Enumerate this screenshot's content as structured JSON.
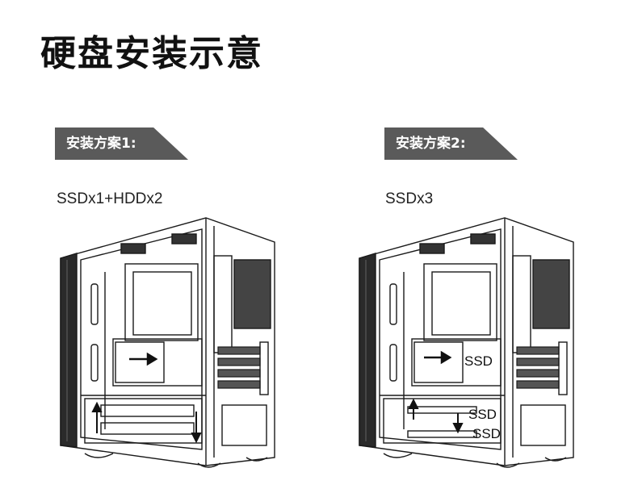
{
  "page": {
    "title": "硬盘安装示意"
  },
  "plans": [
    {
      "tag": "安装方案1:",
      "config": "SSDx1+HDDx2"
    },
    {
      "tag": "安装方案2:",
      "config": "SSDx3"
    }
  ],
  "ssd_labels": [
    "SSD",
    "SSD",
    "SSD"
  ],
  "colors": {
    "tag_bg": "#5a5a5a",
    "line": "#1a1a1a"
  },
  "icons": [
    "arrow-right-icon",
    "arrow-up-icon",
    "arrow-down-icon"
  ]
}
